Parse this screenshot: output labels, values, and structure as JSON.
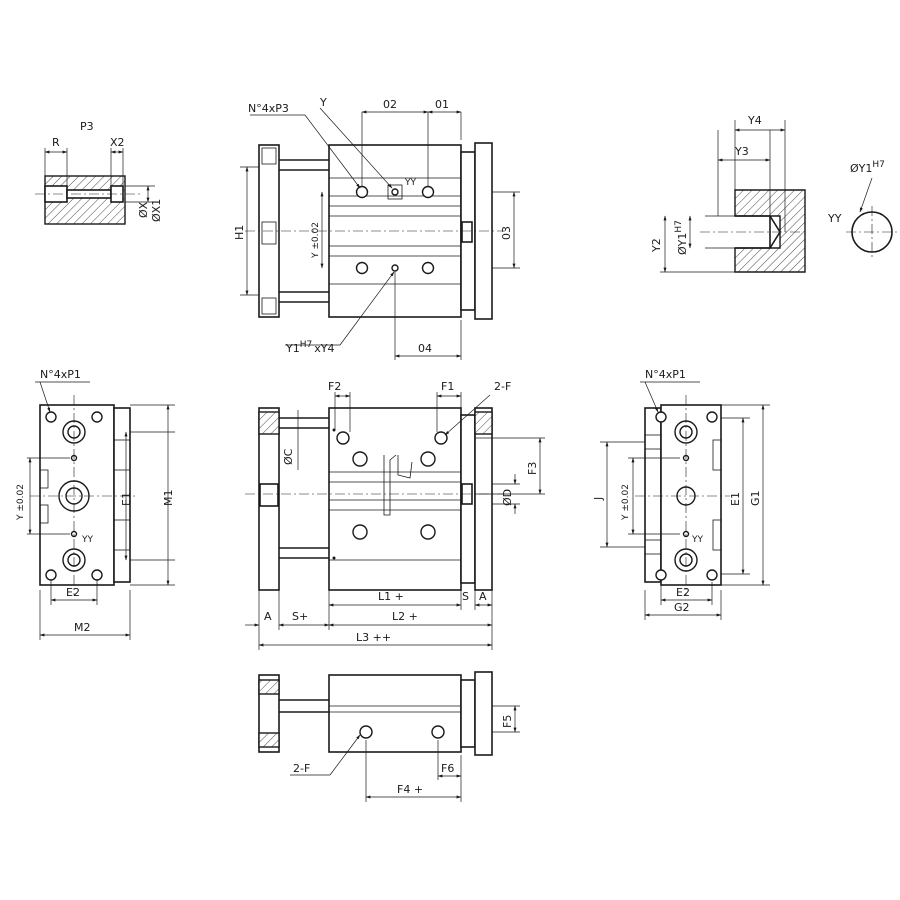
{
  "labels": {
    "n4xp3": "N°4xP3",
    "n4xp1_left": "N°4xP1",
    "n4xp1_right": "N°4xP1",
    "y_top": "Y",
    "o2": "02",
    "o1": "01",
    "o3": "03",
    "o4": "04",
    "h1": "H1",
    "ytol_top": "Y ±0.02",
    "ytol_left": "Y ±0.02",
    "ytol_right": "Y ±0.02",
    "y1y4": "Y1",
    "y1y4_sup": "H7",
    "y1y4_suffix": "xY4",
    "yy_top": "YY",
    "yy_left": "YY",
    "yy_right": "YY",
    "yy_detail": "YY",
    "p3": "P3",
    "r": "R",
    "x2": "X2",
    "phix": "ØX",
    "phix1": "ØX1",
    "y4": "Y4",
    "y3": "Y3",
    "y2": "Y2",
    "phiy1_detail": "ØY1",
    "phiy1_detail_sup": "H7",
    "phiy1_circle": "ØY1",
    "phiy1_circle_sup": "H7",
    "f2": "F2",
    "f1": "F1",
    "twof_top": "2-F",
    "phic": "ØC",
    "f3": "F3",
    "phid": "ØD",
    "l1": "L1 +",
    "s": "S",
    "a_right": "A",
    "a_left": "A",
    "splus": "S+",
    "l2": "L2 +",
    "l3": "L3 ++",
    "f5": "F5",
    "twof_bottom": "2-F",
    "f6": "F6",
    "f4": "F4 +",
    "e1_left": "E1",
    "m1": "M1",
    "e2_left": "E2",
    "m2": "M2",
    "j": "J",
    "e1_right": "E1",
    "g1": "G1",
    "e2_right": "E2",
    "g2": "G2"
  }
}
